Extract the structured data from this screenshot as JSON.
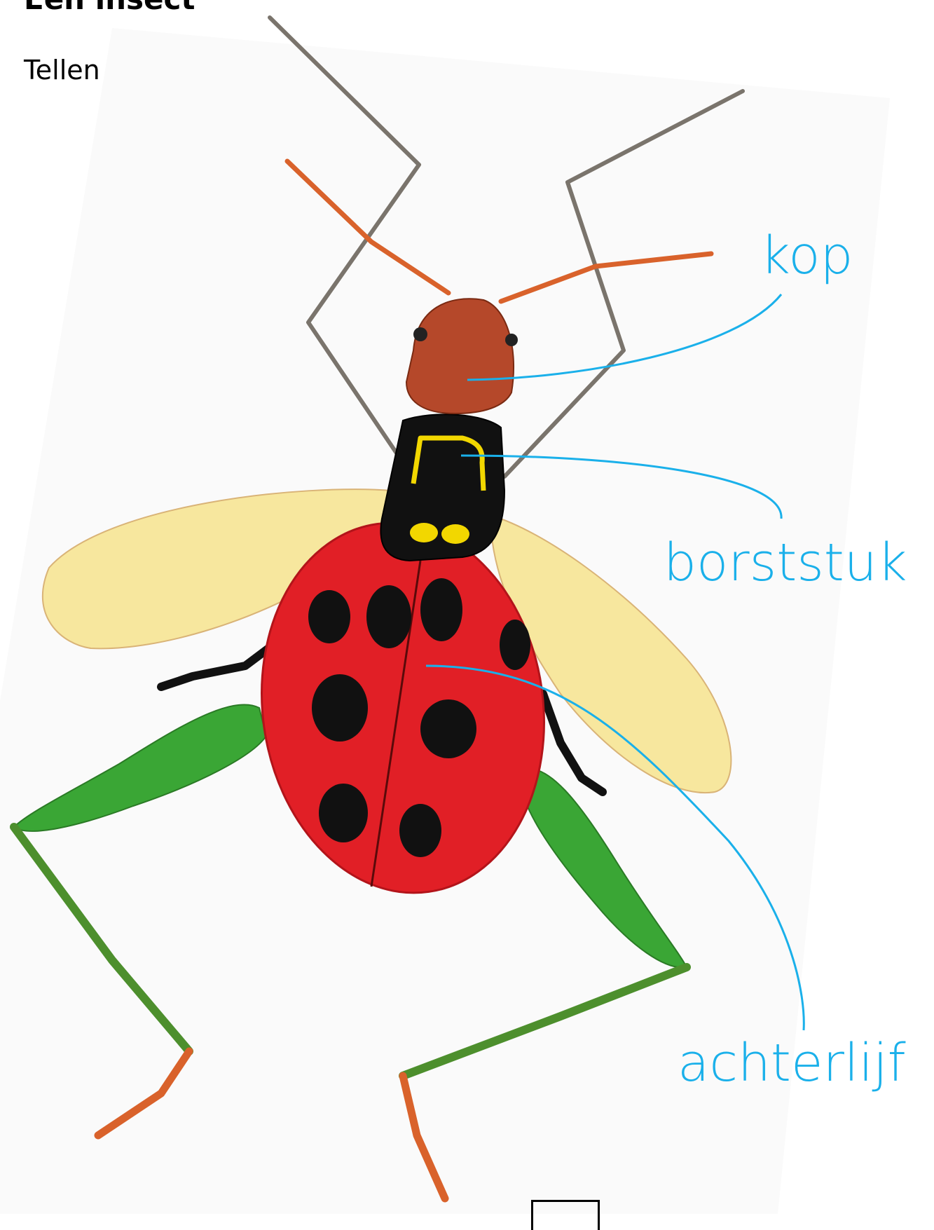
{
  "header": {
    "title": "Een insect",
    "subtitle": "Tellen"
  },
  "labels": {
    "head": "kop",
    "thorax": "borststuk",
    "abdomen": "achterlijf"
  },
  "colors": {
    "label": "#1ab0ea",
    "leader_line": "#1ab0ea",
    "head": "#b5482a",
    "thorax": "#111111",
    "thorax_stripe": "#f2d700",
    "abdomen": "#e11f26",
    "spots": "#111111",
    "hind_leg": "#3aa635",
    "leg_tip": "#d9622b",
    "wing": "#f7e79a",
    "antenna": "#d9622b",
    "fore_leg": "#77726b"
  }
}
